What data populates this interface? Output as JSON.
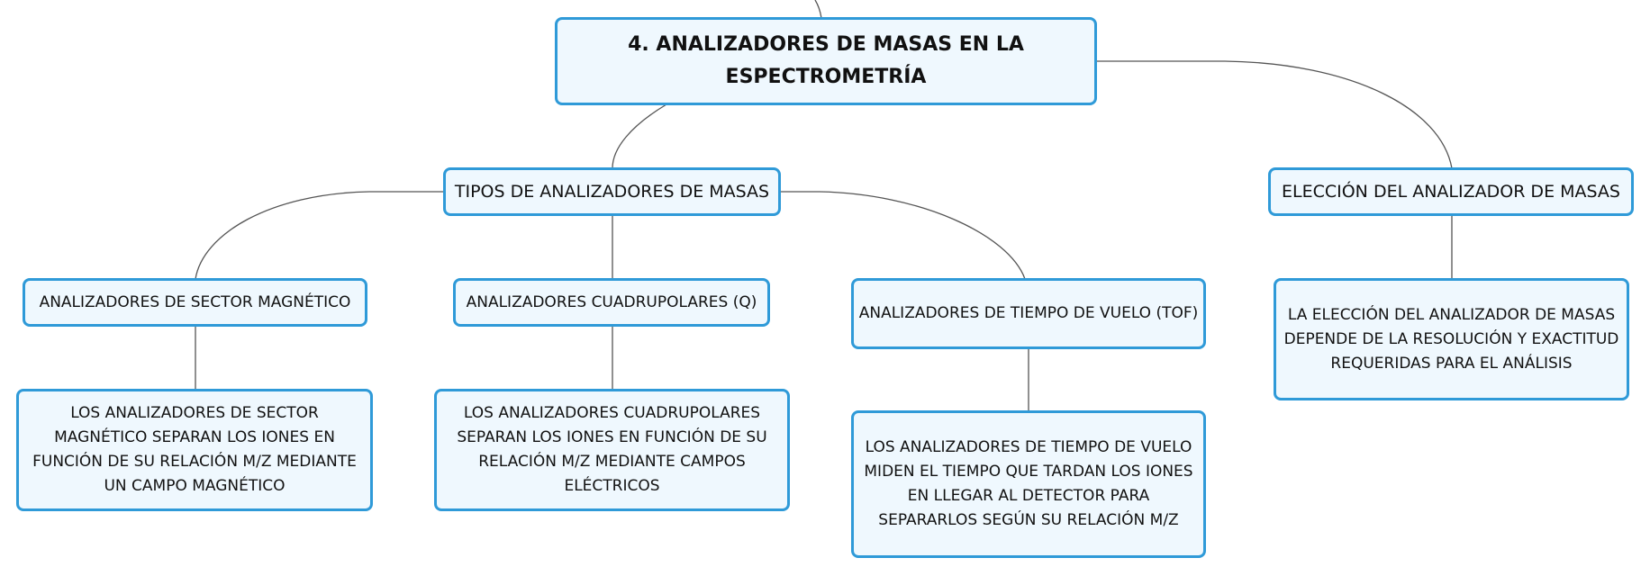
{
  "nodes": {
    "root": "4. ANALIZADORES DE MASAS EN LA ESPECTROMETRÍA",
    "tipos": "TIPOS DE ANALIZADORES DE MASAS",
    "eleccion": "ELECCIÓN DEL ANALIZADOR DE MASAS",
    "sector": "ANALIZADORES DE SECTOR MAGNÉTICO",
    "cuadrupolares": "ANALIZADORES CUADRUPOLARES (Q)",
    "tof": "ANALIZADORES DE TIEMPO DE VUELO (TOF)",
    "sector_desc": "LOS ANALIZADORES DE SECTOR MAGNÉTICO SEPARAN LOS IONES EN FUNCIÓN DE SU RELACIÓN M/Z MEDIANTE UN CAMPO MAGNÉTICO",
    "cuadrupolares_desc": "LOS ANALIZADORES CUADRUPOLARES SEPARAN LOS IONES EN FUNCIÓN DE SU RELACIÓN M/Z MEDIANTE CAMPOS ELÉCTRICOS",
    "tof_desc": "LOS ANALIZADORES DE TIEMPO DE VUELO MIDEN EL TIEMPO QUE TARDAN LOS IONES EN LLEGAR AL DETECTOR PARA SEPARARLOS SEGÚN SU RELACIÓN M/Z",
    "eleccion_desc": "LA ELECCIÓN DEL ANALIZADOR DE MASAS DEPENDE DE LA RESOLUCIÓN Y EXACTITUD REQUERIDAS PARA EL ANÁLISIS"
  },
  "colors": {
    "border": "#2f9ad8",
    "fill": "#eff8fe",
    "connector": "#555555"
  }
}
